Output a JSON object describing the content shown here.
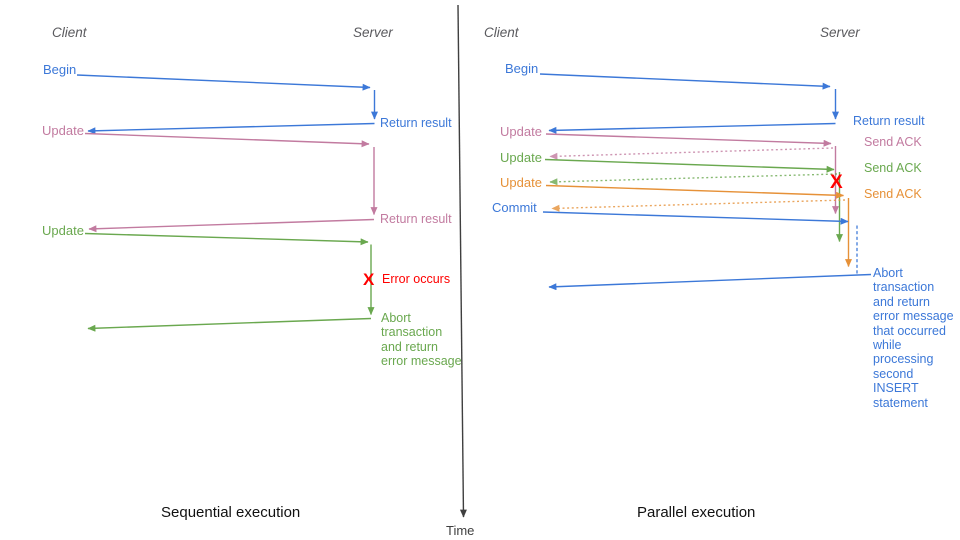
{
  "palette": {
    "blue": "#3c78d8",
    "magenta": "#c27ba0",
    "green": "#6aa84f",
    "orange": "#e69138",
    "red": "#ff0000",
    "axis": "#3f3f3f",
    "header": "#5a5a5e",
    "text": "#111111"
  },
  "time_axis": {
    "label": "Time"
  },
  "sequential": {
    "caption": "Sequential execution",
    "client_header": "Client",
    "server_header": "Server",
    "begin": {
      "label": "Begin",
      "response": "Return result"
    },
    "update1": {
      "label": "Update",
      "response": "Return result"
    },
    "update2": {
      "label": "Update"
    },
    "error": {
      "x_mark": "X",
      "label": "Error occurs"
    },
    "abort": {
      "lines": [
        "Abort",
        "transaction",
        "and return",
        "error message"
      ]
    }
  },
  "parallel": {
    "caption": "Parallel execution",
    "client_header": "Client",
    "server_header": "Server",
    "begin": {
      "label": "Begin",
      "response": "Return result"
    },
    "update1": {
      "label": "Update",
      "ack": "Send ACK"
    },
    "update2": {
      "label": "Update",
      "ack": "Send ACK"
    },
    "update3": {
      "label": "Update",
      "ack": "Send ACK"
    },
    "commit": {
      "label": "Commit"
    },
    "error": {
      "x_mark": "X"
    },
    "abort": {
      "lines": [
        "Abort",
        "transaction",
        "and return",
        "error message",
        "that occurred",
        "while",
        "processing",
        "second",
        "INSERT",
        "statement"
      ]
    }
  }
}
